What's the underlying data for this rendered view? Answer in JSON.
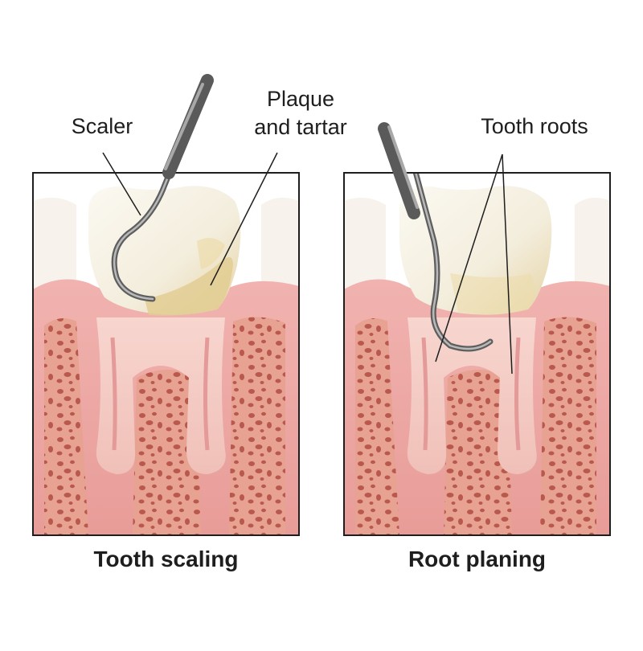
{
  "labels": {
    "scaler": "Scaler",
    "plaque_line1": "Plaque",
    "plaque_line2": "and tartar",
    "tooth_roots": "Tooth roots"
  },
  "captions": {
    "left": "Tooth scaling",
    "right": "Root planing"
  },
  "colors": {
    "gum": "#e8a3a3",
    "bone": "#e49a8e",
    "bone_pore": "#b9584d",
    "tooth": "#f5f1e6",
    "tartar": "#e9d8a8",
    "root_canal": "#e59a9a",
    "instrument": "#6c6c6c",
    "frame": "#1e1e1e"
  }
}
